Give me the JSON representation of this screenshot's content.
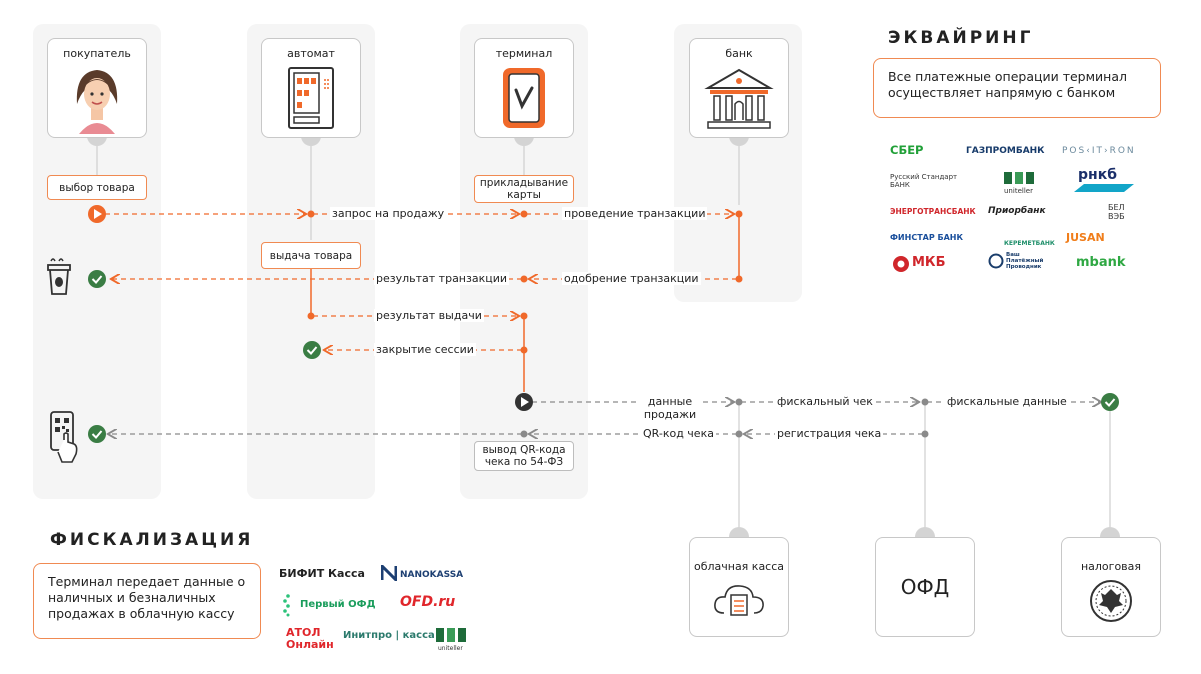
{
  "actors": {
    "buyer": "покупатель",
    "vending": "автомат",
    "terminal": "терминал",
    "bank": "банк",
    "cloud": "облачная касса",
    "ofd": "ОФД",
    "tax": "налоговая"
  },
  "tags": {
    "choose_item": "выбор товара",
    "card_tap": "прикладывание карты",
    "dispense": "выдача товара",
    "qr_output": "вывод QR-кода чека по 54-ФЗ"
  },
  "flows": {
    "sale_request": "запрос на продажу",
    "transaction": "проведение транзакции",
    "tx_result": "результат транзакции",
    "tx_approval": "одобрение транзакции",
    "dispense_result": "результат выдачи",
    "close_session": "закрытие сессии",
    "sale_data": "данные продажи",
    "fiscal_receipt": "фискальный чек",
    "fiscal_data": "фискальные данные",
    "qr_receipt": "QR-код чека",
    "receipt_reg": "регистрация чека"
  },
  "acquiring": {
    "title": "ЭКВАЙРИНГ",
    "note": "Все платежные операции терминал осуществляет напрямую с банком",
    "banks": [
      "СБЕР",
      "ГАЗПРОМБАНК",
      "POS‹IT›RON",
      "Русский Стандарт БАНК",
      "uniteller",
      "рнкб",
      "ЭНЕРГОТРАНСБАНК",
      "Приорбанк",
      "БЕЛ ВЭБ",
      "ФИНСТАР БАНК",
      "КЕРЕМЕТБАНК",
      "JUSAN",
      "МКБ",
      "Ваш Платёжный Проводник",
      "mbank"
    ]
  },
  "fiscal": {
    "title": "ФИСКАЛИЗАЦИЯ",
    "note": "Терминал передает данные о наличных и безналичных продажах в облачную кассу",
    "providers": [
      "БИФИТ Касса",
      "NANOKASSA",
      "Первый ОФД",
      "OFD.ru",
      "АТОЛ Онлайн",
      "Инитпро | касса",
      "uniteller"
    ]
  },
  "colors": {
    "accent": "#f0692a",
    "success": "#3a7d44",
    "arrow_gray": "#8a8a8a",
    "lane": "#f5f5f5"
  }
}
